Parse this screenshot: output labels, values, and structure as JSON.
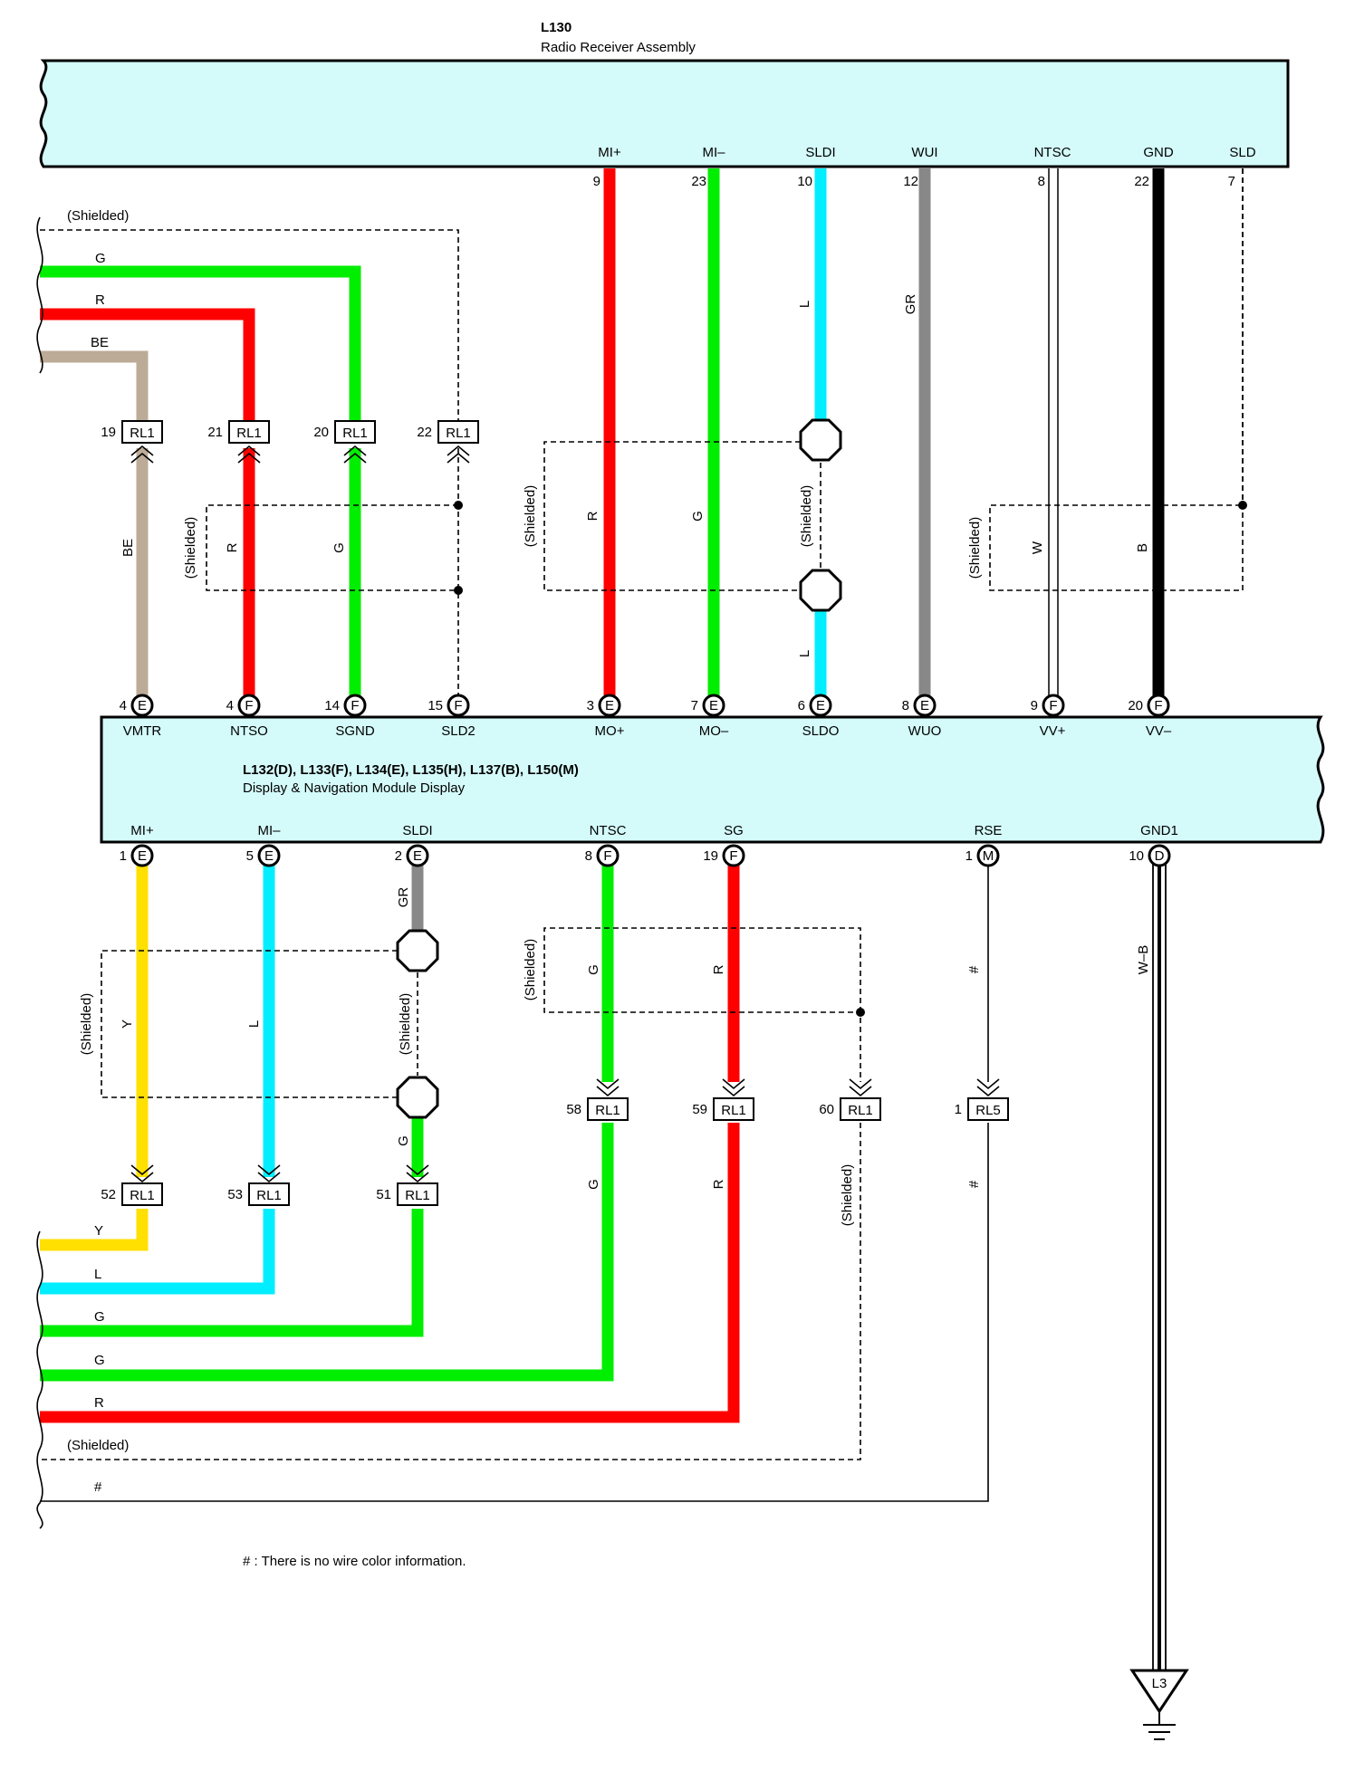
{
  "radio": {
    "code": "L130",
    "name": "Radio Receiver Assembly",
    "terminals": [
      {
        "label": "MI+",
        "pin": "9"
      },
      {
        "label": "MI–",
        "pin": "23"
      },
      {
        "label": "SLDI",
        "pin": "10"
      },
      {
        "label": "WUI",
        "pin": "12"
      },
      {
        "label": "NTSC",
        "pin": "8"
      },
      {
        "label": "GND",
        "pin": "22"
      },
      {
        "label": "SLD",
        "pin": "7"
      }
    ]
  },
  "display": {
    "codes": "L132(D), L133(F), L134(E), L135(H), L137(B), L150(M)",
    "name": "Display & Navigation Module Display",
    "top_terminals": [
      {
        "label": "VMTR",
        "pin": "4",
        "conn": "E"
      },
      {
        "label": "NTSO",
        "pin": "4",
        "conn": "F"
      },
      {
        "label": "SGND",
        "pin": "14",
        "conn": "F"
      },
      {
        "label": "SLD2",
        "pin": "15",
        "conn": "F"
      },
      {
        "label": "MO+",
        "pin": "3",
        "conn": "E"
      },
      {
        "label": "MO–",
        "pin": "7",
        "conn": "E"
      },
      {
        "label": "SLDO",
        "pin": "6",
        "conn": "E"
      },
      {
        "label": "WUO",
        "pin": "8",
        "conn": "E"
      },
      {
        "label": "VV+",
        "pin": "9",
        "conn": "F"
      },
      {
        "label": "VV–",
        "pin": "20",
        "conn": "F"
      }
    ],
    "bottom_terminals": [
      {
        "label": "MI+",
        "pin": "1",
        "conn": "E"
      },
      {
        "label": "MI–",
        "pin": "5",
        "conn": "E"
      },
      {
        "label": "SLDI",
        "pin": "2",
        "conn": "E"
      },
      {
        "label": "NTSC",
        "pin": "8",
        "conn": "F"
      },
      {
        "label": "SG",
        "pin": "19",
        "conn": "F"
      },
      {
        "label": "RSE",
        "pin": "1",
        "conn": "M"
      },
      {
        "label": "GND1",
        "pin": "10",
        "conn": "D"
      }
    ]
  },
  "top_connectors": [
    {
      "pin": "19",
      "name": "RL1"
    },
    {
      "pin": "21",
      "name": "RL1"
    },
    {
      "pin": "20",
      "name": "RL1"
    },
    {
      "pin": "22",
      "name": "RL1"
    }
  ],
  "bottom_connectors": [
    {
      "pin": "58",
      "name": "RL1"
    },
    {
      "pin": "59",
      "name": "RL1"
    },
    {
      "pin": "60",
      "name": "RL1"
    },
    {
      "pin": "1",
      "name": "RL5"
    },
    {
      "pin": "52",
      "name": "RL1"
    },
    {
      "pin": "53",
      "name": "RL1"
    },
    {
      "pin": "51",
      "name": "RL1"
    }
  ],
  "left_top_wires": [
    "(Shielded)",
    "G",
    "R",
    "BE"
  ],
  "left_bottom_wires": [
    "Y",
    "L",
    "G",
    "G",
    "R",
    "(Shielded)",
    "#"
  ],
  "wire_codes": {
    "r": "R",
    "g": "G",
    "l": "L",
    "gr": "GR",
    "w": "W",
    "b": "B",
    "be": "BE",
    "y": "Y",
    "wb": "W–B",
    "hash": "#",
    "shielded": "(Shielded)"
  },
  "ground": "L3",
  "footnote": "# : There is no wire color information.",
  "colors": {
    "box_fill": "#d4fafa",
    "red": "#ff0000",
    "green": "#00ee00",
    "cyan": "#00eeff",
    "gray": "#888888",
    "black": "#000000",
    "tan": "#bcab97",
    "yellow": "#ffe000"
  }
}
